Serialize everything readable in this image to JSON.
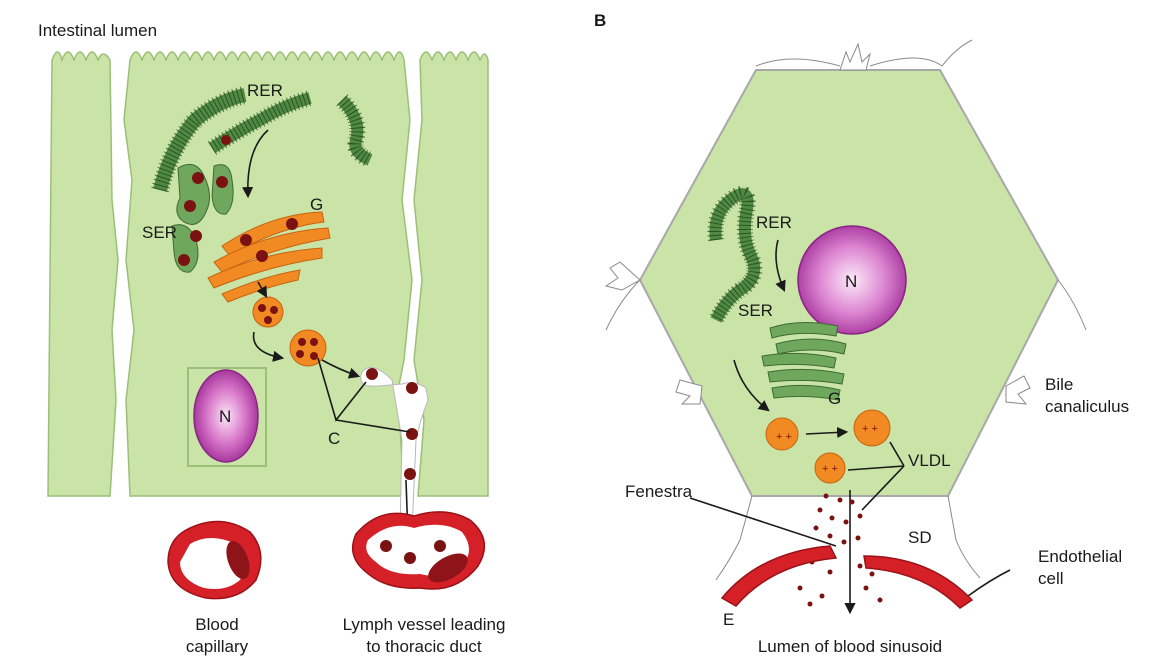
{
  "panel_a": {
    "header": "Intestinal lumen",
    "labels": {
      "rer": "RER",
      "ser": "SER",
      "golgi": "G",
      "nucleus": "N",
      "chylomicron": "C"
    },
    "blood_capillary": [
      "Blood",
      "capillary"
    ],
    "lymph_vessel": [
      "Lymph vessel leading",
      "to thoracic duct"
    ]
  },
  "panel_b": {
    "panel_letter": "B",
    "labels": {
      "rer": "RER",
      "ser": "SER",
      "golgi": "G",
      "nucleus": "N",
      "vldl": "VLDL",
      "fenestra": "Fenestra",
      "space_of_disse": "SD",
      "endothelium": "E"
    },
    "bile_canaliculus": [
      "Bile",
      "canaliculus"
    ],
    "endothelial_cell": [
      "Endothelial",
      "cell"
    ],
    "sinusoid_lumen": "Lumen of blood sinusoid"
  },
  "colors": {
    "cell_fill": "#c9e4a6",
    "cell_stroke": "#9cbf78",
    "er_green": "#4f8a42",
    "er_dark": "#2e5a2a",
    "golgi_orange": "#f28a23",
    "droplet": "#7b1212",
    "vessel_red": "#d62027",
    "nucleus": "#b23aa6"
  }
}
